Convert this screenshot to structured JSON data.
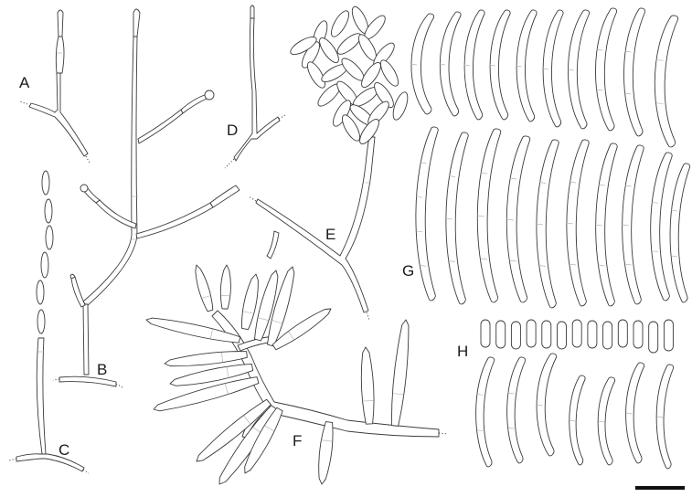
{
  "figure": {
    "panels": [
      {
        "id": "A",
        "label": "A"
      },
      {
        "id": "B",
        "label": "B"
      },
      {
        "id": "C",
        "label": "C"
      },
      {
        "id": "D",
        "label": "D"
      },
      {
        "id": "E",
        "label": "E"
      },
      {
        "id": "F",
        "label": "F"
      },
      {
        "id": "G",
        "label": "G"
      },
      {
        "id": "H",
        "label": "H"
      }
    ],
    "colors": {
      "line": "#3a3a3a",
      "septum": "#b5b5b5",
      "background": "#ffffff",
      "scale_bar": "#111111"
    }
  }
}
